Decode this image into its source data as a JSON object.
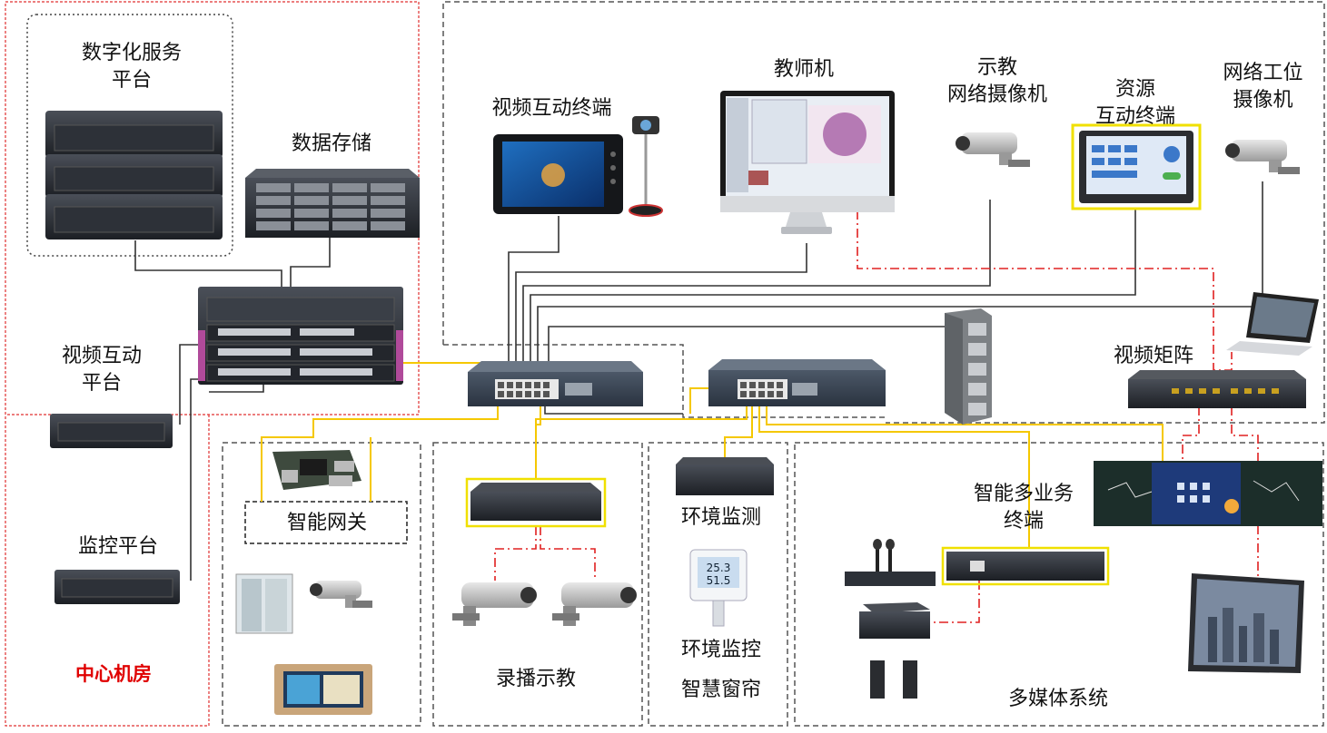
{
  "labels": {
    "digital_platform": "数字化服务\n平台",
    "data_storage": "数据存储",
    "video_platform": "视频互动\n平台",
    "monitor_platform": "监控平台",
    "center_room": "中心机房",
    "video_terminal": "视频互动终端",
    "teacher_pc": "教师机",
    "demo_camera": "示教\n网络摄像机",
    "resource_terminal": "资源\n互动终端",
    "workstation_camera": "网络工位\n摄像机",
    "video_matrix": "视频矩阵",
    "smart_gateway": "智能网关",
    "recording": "录播示教",
    "env_monitor": "环境监测",
    "env_control": "环境监控",
    "smart_curtain": "智慧窗帘",
    "multi_terminal": "智能多业务\n终端",
    "multimedia": "多媒体系统"
  },
  "colors": {
    "yellow_link": "#f5c800",
    "red_link": "#e02020",
    "black_link": "#333333",
    "device_dark": "#2a2e35"
  }
}
